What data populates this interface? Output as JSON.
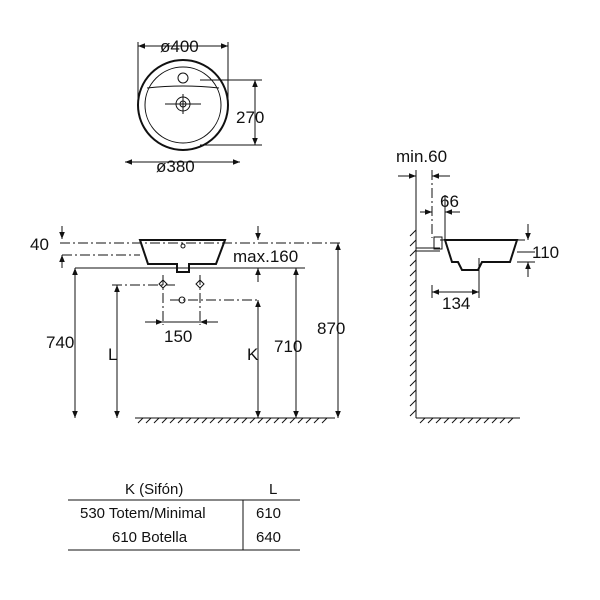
{
  "top_view": {
    "outer_diameter": "ø400",
    "inner_diameter": "ø380",
    "depth": "270"
  },
  "front_view": {
    "rim_height": "40",
    "max_thickness": "max.160",
    "height_740": "740",
    "label_L": "L",
    "tap_spacing": "150",
    "label_K": "K",
    "height_710": "710",
    "height_870": "870"
  },
  "side_view": {
    "min_clearance": "min.60",
    "offset_66": "66",
    "height_110": "110",
    "depth_134": "134"
  },
  "table": {
    "headers": [
      "K (Sifón)",
      "L"
    ],
    "rows": [
      [
        "530 Totem/Minimal",
        "610"
      ],
      [
        "610 Botella",
        "640"
      ]
    ]
  }
}
